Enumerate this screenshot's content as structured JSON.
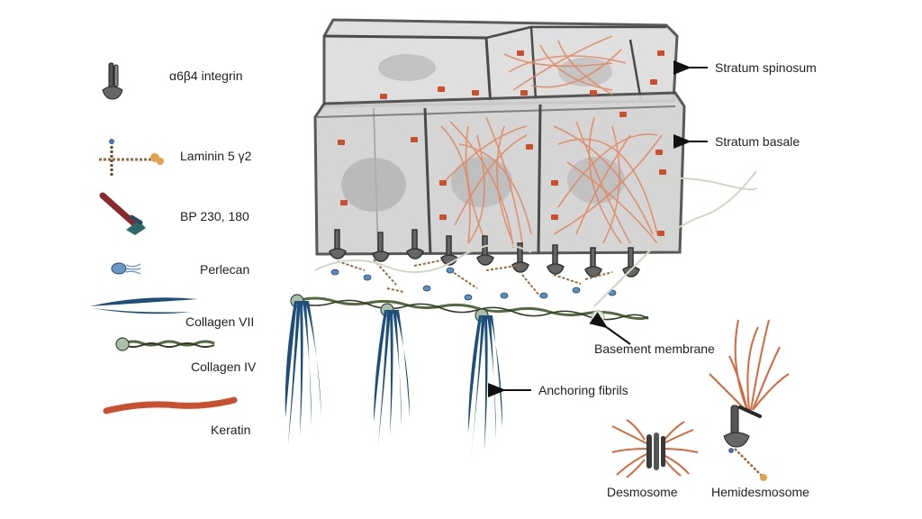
{
  "legend": [
    {
      "icon": "integrin-icon",
      "label": "α6β4 integrin"
    },
    {
      "icon": "laminin-icon",
      "label": "Laminin 5 γ2"
    },
    {
      "icon": "bp-icon",
      "label": "BP 230, 180"
    },
    {
      "icon": "perlecan-icon",
      "label": "Perlecan"
    },
    {
      "icon": "collagen-vii-icon",
      "label": "Collagen VII"
    },
    {
      "icon": "collagen-iv-icon",
      "label": "Collagen IV"
    },
    {
      "icon": "keratin-icon",
      "label": "Keratin"
    }
  ],
  "annotations": {
    "stratum_spinosum": "Stratum spinosum",
    "stratum_basale": "Stratum basale",
    "basement_membrane": "Basement membrane",
    "anchoring_fibrils": "Anchoring fibrils",
    "desmosome": "Desmosome",
    "hemidesmosome": "Hemidesmosome"
  },
  "colors": {
    "keratin": "#d4683f",
    "collagen_vii": "#1d4f7a",
    "collagen_iv": "#55683f",
    "integrin": "#555555",
    "bp": "#8b2a2a",
    "perlecan": "#5a8fc2",
    "cell_fill": "#d9d9d9",
    "cell_stroke": "#4a4a4a"
  }
}
